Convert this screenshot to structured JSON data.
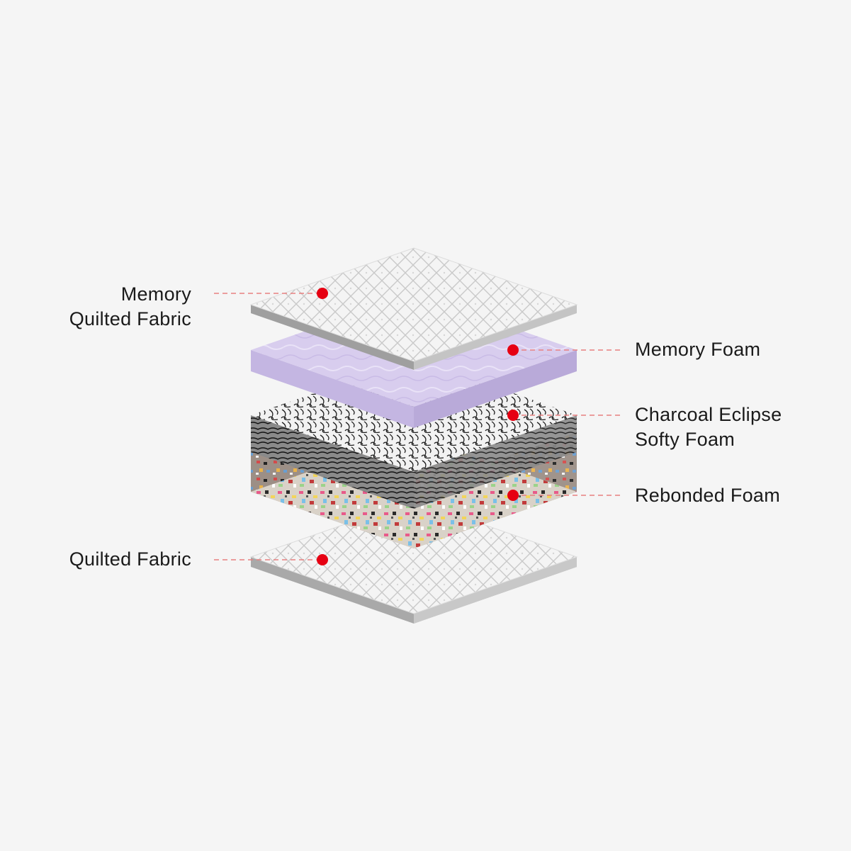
{
  "colors": {
    "background": "#f5f5f5",
    "marker": "#e60012",
    "leader": "#e88080",
    "fabric_top": "#f0f0f0",
    "fabric_side": "#a9a9a9",
    "memory_foam": "#d9cfec",
    "charcoal_foam": "#bdbdbd",
    "rebonded_foam": "#c9c0b8"
  },
  "layers": [
    {
      "id": "memory-quilted-fabric",
      "lines": [
        "Memory",
        "Quilted Fabric"
      ],
      "side": "left"
    },
    {
      "id": "memory-foam",
      "lines": [
        "Memory Foam"
      ],
      "side": "right"
    },
    {
      "id": "charcoal-eclipse-softy-foam",
      "lines": [
        "Charcoal Eclipse",
        "Softy Foam"
      ],
      "side": "right"
    },
    {
      "id": "rebonded-foam",
      "lines": [
        "Rebonded Foam"
      ],
      "side": "right"
    },
    {
      "id": "quilted-fabric",
      "lines": [
        "Quilted Fabric"
      ],
      "side": "left"
    }
  ]
}
